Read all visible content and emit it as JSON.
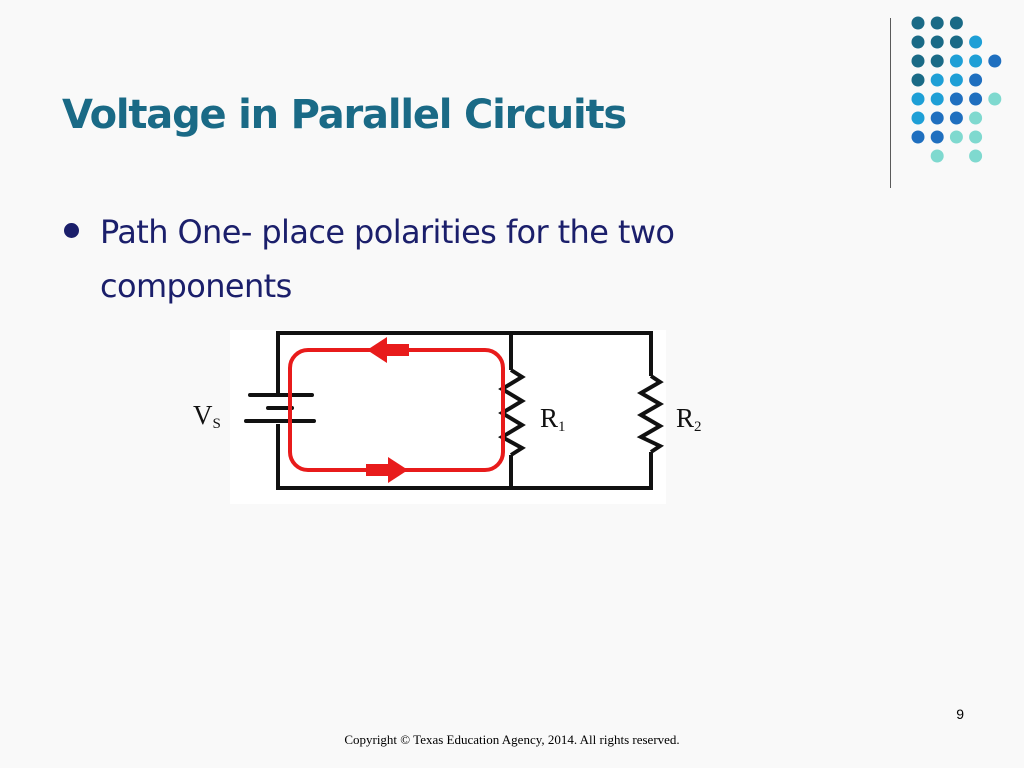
{
  "slide": {
    "title": "Voltage in Parallel Circuits",
    "bullets": [
      "Path One- place polarities for the two components"
    ],
    "slide_number": "9",
    "copyright": "Copyright © Texas Education Agency, 2014. All rights reserved."
  },
  "circuit": {
    "source": {
      "main": "V",
      "sub": "S"
    },
    "resistor1": {
      "main": "R",
      "sub": "1"
    },
    "resistor2": {
      "main": "R",
      "sub": "2"
    },
    "wire_color": "#111111",
    "path_color": "#e81b1b"
  },
  "decoration": {
    "dot_colors": [
      "#1a6a86",
      "#1e9fd6",
      "#1f6fbf",
      "#7fd9cf"
    ]
  }
}
